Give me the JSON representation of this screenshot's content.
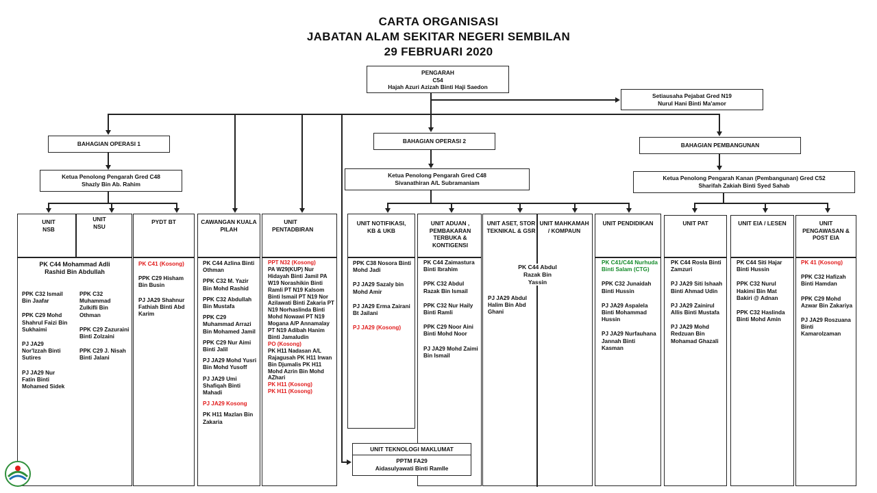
{
  "title": {
    "line1": "CARTA ORGANISASI",
    "line2": "JABATAN ALAM SEKITAR NEGERI SEMBILAN",
    "line3": "29 FEBRUARI 2020"
  },
  "pengarah": {
    "role": "PENGARAH",
    "grade": "C54",
    "name": "Hajah Azuri Azizah Binti Haji Saedon"
  },
  "setiausaha": {
    "role": "Setiausaha Pejabat Gred N19",
    "name": "Nurul Hani Binti Ma'amor"
  },
  "divisions": {
    "op1": "BAHAGIAN OPERASI 1",
    "op2": "BAHAGIAN OPERASI 2",
    "pemb": "BAHAGIAN PEMBANGUNAN"
  },
  "heads": {
    "op1_role": "Ketua Penolong Pengarah Gred C48",
    "op1_name": "Shazly Bin Ab. Rahim",
    "op2_role": "Ketua Penolong Pengarah Gred C48",
    "op2_name": "Sivanathiran A/L Subramaniam",
    "pemb_role": "Ketua Penolong Pengarah Kanan (Pembangunan) Gred C52",
    "pemb_name": "Sharifah Zakiah Binti Syed Sahab"
  },
  "units": {
    "nsb": "UNIT NSB",
    "nsu": "UNIT NSU",
    "pydt": "PYDT BT",
    "cawangan": "CAWANGAN KUALA PILAH",
    "pentadbiran": "UNIT PENTADBIRAN",
    "notifikasi": "UNIT NOTIFIKASI, KB & UKB",
    "aduan": "UNIT ADUAN , PEMBAKARAN TERBUKA & KONTIGENSI",
    "aset": "UNIT ASET, STOR TEKNIKAL & GSR",
    "mahkamah": "UNIT MAHKAMAH / KOMPAUN",
    "pendidikan": "UNIT PENDIDIKAN",
    "pat": "UNIT PAT",
    "eia": "UNIT EIA / LESEN",
    "pengawasan": "UNIT PENGAWASAN & POST EIA",
    "tm": "UNIT TEKNOLOGI MAKLUMAT"
  },
  "staff": {
    "nsb_head": "PK C44 Mohammad Adli Rashid Bin Abdullah",
    "nsb": [
      "PPK C32 Ismail Bin Jaafar",
      "PPK C29 Mohd Shahrul Faizi Bin Sukhaimi",
      "PJ JA29 Nor'Izzah Binti Sutires",
      "PJ JA29 Nur Fatin Binti Mohamed Sidek"
    ],
    "nsu": [
      "PPK C32 Muhammad Zulkifli Bin Othman",
      "PPK C29 Zazuraini Binti Zolzaini",
      "PPK C29 J. Nisah Binti Jalani"
    ],
    "pydt_red": "PK C41 (Kosong)",
    "pydt": [
      "PPK C29 Hisham Bin Busin",
      "PJ JA29 Shahnur Fathiah Binti Abd Karim"
    ],
    "cawangan": [
      "PK C44 Azlina Binti Othman",
      "PPK C32 M. Yazir Bin Mohd Rashid",
      "PPK C32 Abdullah Bin Mustafa",
      "PPK C29 Muhammad Arrazi Bin Mohamed Jamil",
      "PPK C29 Nur Aimi Binti Jalil",
      "PJ JA29 Mohd Yusri Bin Mohd Yusoff",
      "PJ JA29 Umi Shafiqah Binti Mahadi"
    ],
    "cawangan_red": "PJ JA29 Kosong",
    "cawangan_last": "PK H11 Mazlan Bin Zakaria",
    "pentadbiran_red1": "PPT N32 (Kosong)",
    "pentadbiran_a": "PA W29(KUP) Nur Hidayah Binti Jamil PA W19 Norashikin Binti Ramli PT N19 Kalsom Binti Ismail PT N19 Nor Azilawati Binti Zakaria PT N19 Norhaslinda Binti Mohd Nowawi PT N19 Mogana A/P Annamalay PT N19 Adibah Hanim Binti Jamaludin",
    "pentadbiran_red2": "PO (Kosong)",
    "pentadbiran_b": "PK H11 Nadasan A/L Rajagusah PK H11 Irwan Bin Djumalis PK H11 Mohd Azrin Bin Mohd AZhari",
    "pentadbiran_red3": "PK H11 (Kosong)",
    "pentadbiran_red4": "PK H11 (Kosong)",
    "notifikasi": [
      "PPK C38 Nosora Binti Mohd Jadi",
      "PJ JA29 Sazaly bin Mohd Amir",
      "PJ JA29 Erma Zairani Bt Jailani"
    ],
    "notifikasi_red": "PJ JA29 (Kosong)",
    "aduan": [
      "PK C44 Zaimastura Binti Ibrahim",
      "PPK C32 Abdul Razak Bin Ismail",
      "PPK C32 Nur Haily Binti Ramli",
      "PPK C29 Noor Aini Binti Mohd Noor",
      "PJ JA29 Mohd Zaimi Bin Ismail"
    ],
    "aset_head": "PK C44 Abdul Razak Bin Yassin",
    "aset": "PJ JA29 Abdul Halim Bin Abd Ghani",
    "pendidikan_green": "PK C41/C44 Nurhuda Binti Salam (CTG)",
    "pendidikan": [
      "PPK C32 Junaidah Binti Hussin",
      "PJ JA29 Aspalela Binti Mohammad Hussin",
      "PJ JA29 Nurfauhana Jannah Binti Kasman"
    ],
    "pat": [
      "PK C44 Rosla Binti Zamzuri",
      "PJ JA29 Siti Ishaah Binti Ahmad Udin",
      "PJ JA29 Zainirul Allis Binti Mustafa",
      "PJ JA29 Mohd Redzuan Bin Mohamad Ghazali"
    ],
    "eia": [
      "PK C44 Siti Hajar Binti Hussin",
      "PPK C32 Nurul Hakimi Bin Mat Bakiri @ Adnan",
      "PPK C32 Haslinda Binti Mohd Amin"
    ],
    "pengawasan_red": "PK 41 (Kosong)",
    "pengawasan": [
      "PPK C32 Hafizah Binti Hamdan",
      "PPK C29 Mohd Azwar Bin Zakariya",
      "PJ JA29 Roszuana Binti Kamarolzaman"
    ],
    "tm_role": "PPTM FA29",
    "tm_name": "Aidasulyawati Binti Ramlle"
  },
  "colors": {
    "vacant": "#e11b1b",
    "acting": "#148a2a"
  }
}
